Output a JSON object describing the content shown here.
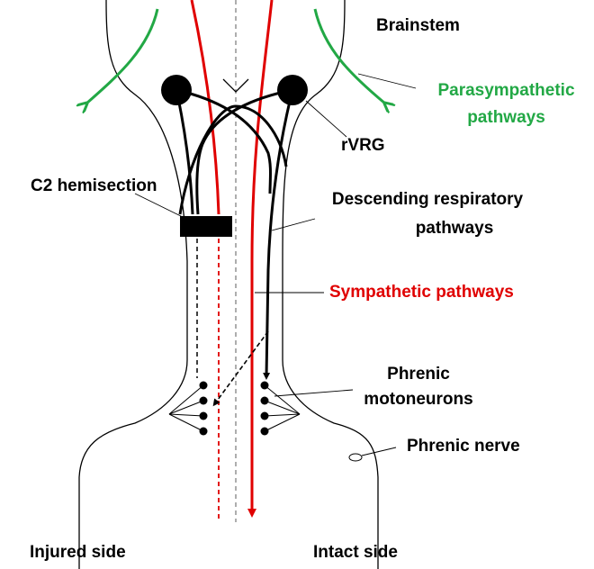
{
  "colors": {
    "ink": "#000000",
    "sympathetic": "#e00000",
    "parasympathetic": "#22a845",
    "midline": "#777777"
  },
  "labels": {
    "brainstem": "Brainstem",
    "parasympathetic_line1": "Parasympathetic",
    "parasympathetic_line2": "pathways",
    "rvrg": "rVRG",
    "c2_hemisection": "C2 hemisection",
    "descending_line1": "Descending respiratory",
    "descending_line2": "pathways",
    "sympathetic": "Sympathetic pathways",
    "phrenic_motoneurons_line1": "Phrenic",
    "phrenic_motoneurons_line2": "motoneurons",
    "phrenic_nerve": "Phrenic nerve",
    "injured_side": "Injured side",
    "intact_side": "Intact side"
  }
}
